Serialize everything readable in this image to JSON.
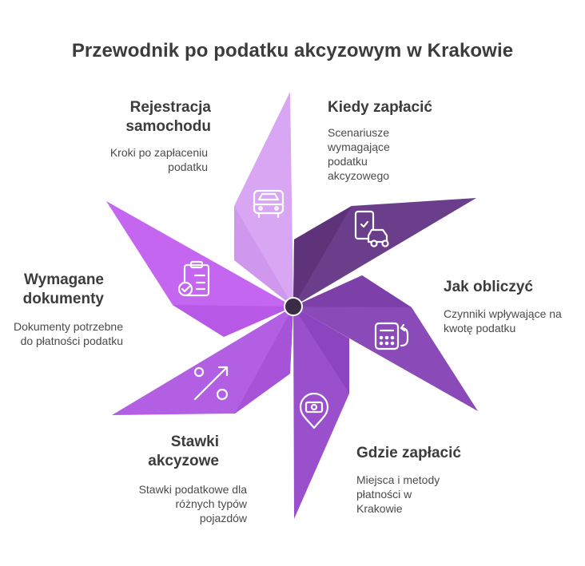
{
  "title": "Przewodnik po podatku akcyzowym w Krakowie",
  "colors": {
    "center": "#3b2b47",
    "blade_rejestracja": "#d8a6f2",
    "blade_kiedy": "#6a3e8a",
    "blade_jak": "#8a4bb8",
    "blade_gdzie": "#9a50cc",
    "blade_stawki": "#b25fe4",
    "blade_wymagane": "#c466ef"
  },
  "items": [
    {
      "id": "rejestracja",
      "label": "Rejestracja samochodu",
      "desc": "Kroki po zapłaceniu podatku",
      "icon": "car-front-icon"
    },
    {
      "id": "kiedy",
      "label": "Kiedy zapłacić",
      "desc": "Scenariusze wymagające podatku akcyzowego",
      "icon": "phone-car-icon"
    },
    {
      "id": "jak",
      "label": "Jak obliczyć",
      "desc": "Czynniki wpływające na kwotę podatku",
      "icon": "calculator-icon"
    },
    {
      "id": "gdzie",
      "label": "Gdzie zapłacić",
      "desc": "Miejsca i metody płatności w Krakowie",
      "icon": "money-location-icon"
    },
    {
      "id": "stawki",
      "label": "Stawki akcyzowe",
      "desc": "Stawki podatkowe dla różnych typów pojazdów",
      "icon": "percent-icon"
    },
    {
      "id": "wymagane",
      "label": "Wymagane dokumenty",
      "desc": "Dokumenty potrzebne do płatności podatku",
      "icon": "clipboard-check-icon"
    }
  ]
}
